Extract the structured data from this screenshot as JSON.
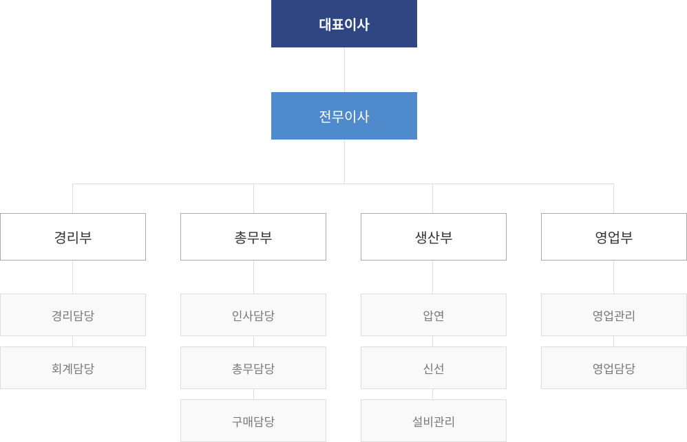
{
  "chart": {
    "ceo": "대표이사",
    "vice_president": "전무이사",
    "departments": [
      {
        "name": "경리부",
        "teams": [
          "경리담당",
          "회계담당"
        ]
      },
      {
        "name": "총무부",
        "teams": [
          "인사담당",
          "총무담당",
          "구매담당"
        ]
      },
      {
        "name": "생산부",
        "teams": [
          "압연",
          "신선",
          "설비관리"
        ]
      },
      {
        "name": "영업부",
        "teams": [
          "영업관리",
          "영업담당"
        ]
      }
    ]
  },
  "colors": {
    "ceo_bg": "#304682",
    "vp_bg": "#4f8acd",
    "dept_border": "#a9a9a9",
    "team_bg": "#f9f9f9",
    "connector": "#dcdcdc"
  }
}
